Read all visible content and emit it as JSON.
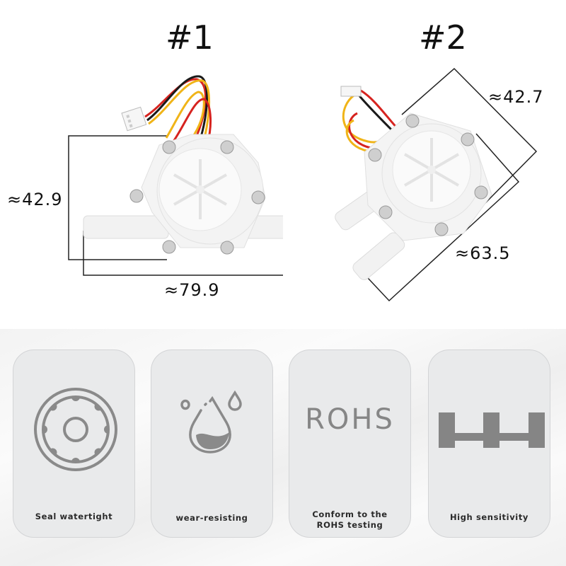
{
  "products": [
    {
      "label": "#1",
      "dimensions": {
        "height": "≈42.9",
        "width": "≈79.9"
      }
    },
    {
      "label": "#2",
      "dimensions": {
        "height": "≈42.7",
        "width": "≈63.5"
      }
    }
  ],
  "features": [
    {
      "icon": "seal-gear-icon",
      "label": "Seal watertight"
    },
    {
      "icon": "water-drop-icon",
      "label": "wear-resisting"
    },
    {
      "icon": "rohs-text-icon",
      "icon_text": "ROHS",
      "label_line1": "Conform to the",
      "label_line2": "ROHS testing"
    },
    {
      "icon": "sensitivity-bars-icon",
      "label": "High sensitivity"
    }
  ],
  "colors": {
    "icon_gray": "#8a8a8a",
    "card_bg": "#e9eaeb",
    "wire_red": "#d6231f",
    "wire_yellow": "#f0b418",
    "wire_black": "#1a1a1a"
  }
}
